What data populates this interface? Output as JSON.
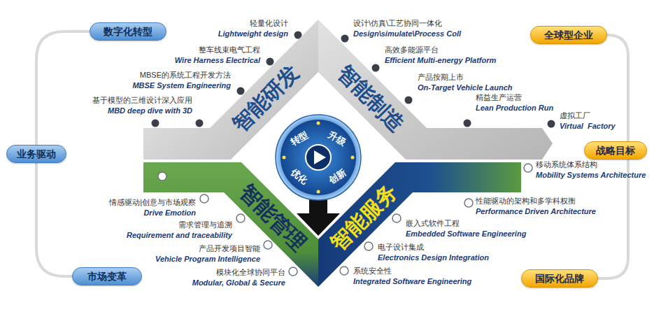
{
  "diagram": {
    "nodes": [
      {
        "text": [
          "数字化转型"
        ]
      },
      {
        "text": [
          "业务驱动"
        ]
      },
      {
        "text": [
          "市场变革"
        ]
      },
      {
        "text": [
          "全球型企业"
        ]
      },
      {
        "text": [
          "战略目标"
        ]
      },
      {
        "text": [
          "国际化品牌"
        ]
      },
      {
        "text": [
          "智能研发"
        ]
      },
      {
        "text": [
          "智能制造"
        ]
      },
      {
        "text": [
          "智能管理"
        ]
      },
      {
        "text": [
          "智能服务"
        ]
      },
      {
        "text": [
          "转型",
          "升级",
          "创新",
          "优化"
        ]
      }
    ],
    "labels": [
      "轻量化设计",
      "Lightweight design",
      "整车线束电气工程",
      "Wire Harness Electrical",
      "MBSE的系统工程开发方法",
      "MBSE System Engineering",
      "基于模型的三维设计深入应用",
      "MBD deep dive with 3D",
      "设计\\仿真\\工艺协同一体化",
      "Design\\simulate\\Process Coll",
      "高效多能源平台",
      "Efficient Multi-energy Platform",
      "产品按期上市",
      "On-Target Vehicle Launch",
      "精益生产运营",
      "Lean Production Run",
      "虚拟工厂",
      "Virtual  Factory",
      "情感驱动|创意与市场观察",
      "Drive Emotion",
      "需求管理与追溯",
      "Requirement and traceability",
      "产品开发项目智能",
      "Vehicle Program Intelligence",
      "模块化全球协同平台",
      "Modular, Global & Secure",
      "移动系统体系结构",
      "Mobility Systems Architecture",
      "性能驱动的架构和多学科权衡",
      "Performance Driven Architecture",
      "嵌入式软件工程",
      "Embedded Software Engineering",
      "电子设计集成",
      "Electronics Design Integration",
      "系统安全性",
      "Integrated Software Engineering"
    ]
  }
}
